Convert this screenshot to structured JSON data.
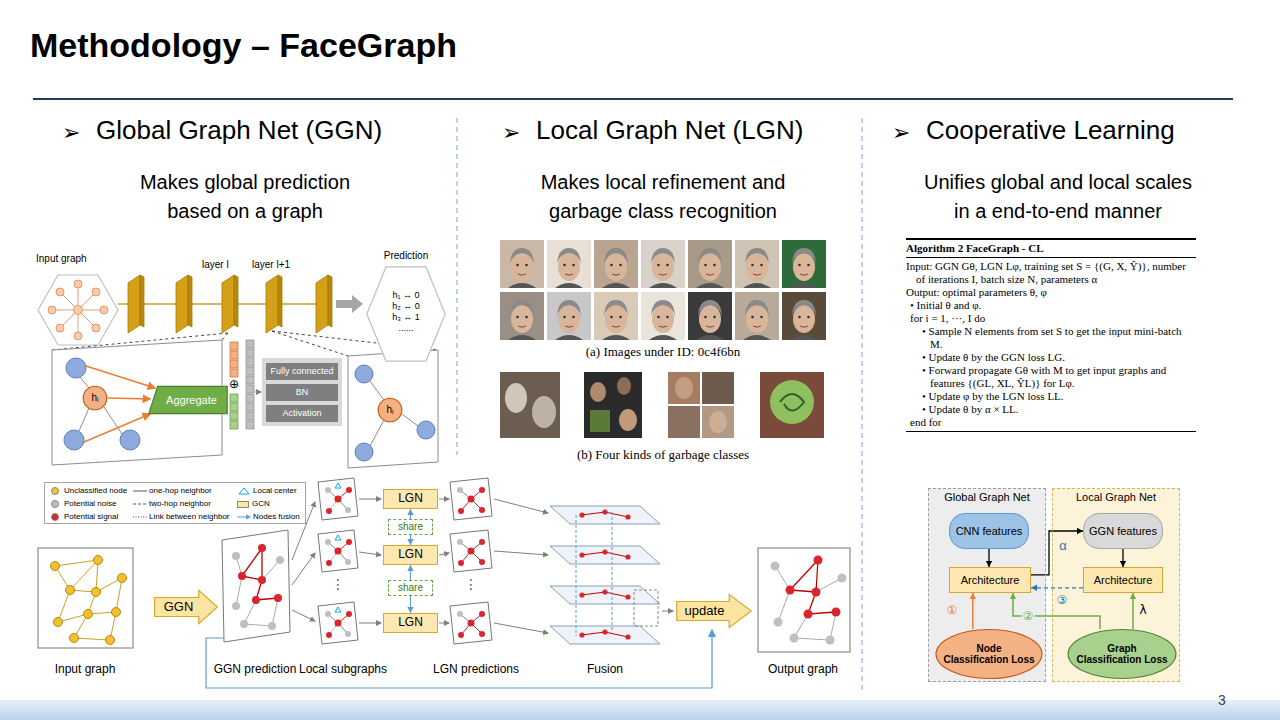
{
  "diagram": {
    "title": "Methodology – FaceGraph",
    "nodes": [
      {
        "text": [
          "Prediction",
          "h₁ ↔ 0",
          "h₂ ↔ 0",
          "h₃ ↔ 1",
          "......"
        ]
      },
      {
        "text": [
          "hᵢ"
        ]
      },
      {
        "text": [
          "Aggregate"
        ]
      },
      {
        "text": [
          "Fully connected"
        ]
      },
      {
        "text": [
          "BN"
        ]
      },
      {
        "text": [
          "Activation"
        ]
      },
      {
        "text": [
          "hᵢ"
        ]
      },
      {
        "text": [
          "GGN"
        ]
      },
      {
        "text": [
          "LGN"
        ]
      },
      {
        "text": [
          "share"
        ]
      },
      {
        "text": [
          "LGN"
        ]
      },
      {
        "text": [
          "share"
        ]
      },
      {
        "text": [
          "LGN"
        ]
      },
      {
        "text": [
          "update"
        ]
      },
      {
        "text": [
          "Global Graph Net"
        ]
      },
      {
        "text": [
          "CNN features"
        ],
        "in": 14
      },
      {
        "text": [
          "Architecture"
        ],
        "in": 14
      },
      {
        "text": [
          "Node Classification Loss"
        ],
        "in": 14
      },
      {
        "text": [
          "Local Graph Net"
        ]
      },
      {
        "text": [
          "GGN features"
        ],
        "in": 18
      },
      {
        "text": [
          "Architecture"
        ],
        "in": 18
      },
      {
        "text": [
          "Graph Classification Loss"
        ],
        "in": 18
      }
    ],
    "edges": [
      {
        "from": 9,
        "to": 8,
        "arrow": "to"
      },
      {
        "from": 9,
        "to": 10,
        "arrow": "to"
      },
      {
        "from": 11,
        "to": 10,
        "arrow": "to"
      },
      {
        "from": 11,
        "to": 12,
        "arrow": "to"
      },
      {
        "from": 15,
        "to": 16,
        "arrow": "to"
      },
      {
        "from": 19,
        "to": 20,
        "arrow": "to"
      },
      {
        "from": 16,
        "to": 19,
        "arrow": "to"
      },
      {
        "from": 20,
        "to": 16,
        "label": "③",
        "arrow": "to"
      },
      {
        "from": 17,
        "to": 16,
        "label": "①",
        "arrow": "to"
      },
      {
        "from": 21,
        "to": 20,
        "label": "λ",
        "arrow": "to"
      },
      {
        "from": 21,
        "to": 16,
        "label": "②",
        "arrow": "to"
      }
    ],
    "labels": [
      "➢",
      "Global Graph Net (GGN)",
      "Makes global prediction based on a graph",
      "➢",
      "Local Graph Net (LGN)",
      "Makes local refinement and garbage class recognition",
      "➢",
      "Cooperative Learning",
      "Unifies global and local scales in a end-to-end manner",
      "Input graph",
      "layer l",
      "layer l+1",
      "⊕",
      "(a) Images under ID: 0c4f6bn",
      "(b) Four kinds of garbage classes",
      "Algorithm 2 FaceGraph - CL",
      "Input: GGN Gθ, LGN Lφ, training set S = {(G, X, Ŷ)}, number of iterations I, batch size N, parameters α",
      "Output: optimal parameters θ, φ",
      "• Initial θ and φ.",
      "for i = 1, ···, I do",
      "• Sample N elements from set S to get the input mini-batch M.",
      "• Update θ by the GGN loss LG.",
      "• Forward propagate Gθ with M to get input graphs and features {(GL, XL, ŶL)} for Lφ.",
      "• Update φ by the LGN loss LL.",
      "• Update θ by α × LL.",
      "end for",
      "α",
      "Input graph",
      "GGN prediction",
      "Local subgraphs",
      "LGN predictions",
      "Fusion",
      "Output graph",
      "⋮",
      "⋮",
      "3"
    ],
    "legend": [
      {
        "text": "Unclassified node",
        "color": "#f2c12e"
      },
      {
        "text": "Potential noise",
        "color": "#bfbfbf"
      },
      {
        "text": "Potential signal",
        "color": "#d9262c"
      },
      {
        "text": "one-hop neighbor"
      },
      {
        "text": "two-hop neighbor"
      },
      {
        "text": "Link between neighbor"
      },
      {
        "text": "Local center"
      },
      {
        "text": "GCN",
        "color": "#fbe6a2"
      },
      {
        "text": "Nodes fusion"
      }
    ]
  }
}
